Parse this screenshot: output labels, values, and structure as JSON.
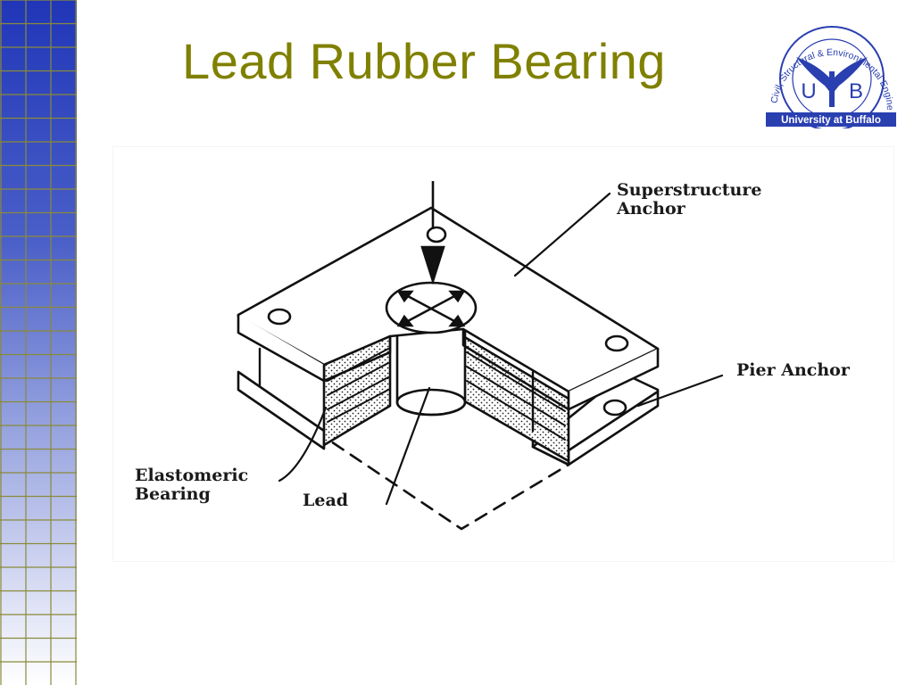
{
  "slide": {
    "title": "Lead Rubber Bearing",
    "accent_color": "#808000",
    "grid_fill_top": "#2036b8",
    "grid_fill_bottom": "#ffffff",
    "grid_line_color": "#8a8a3a"
  },
  "logo": {
    "arc_text": "Civil, Structural & Environmental Engineering",
    "letters_left": "U",
    "letters_right": "B",
    "banner_text": "University at Buffalo",
    "primary_color": "#2a3fb0",
    "icon": "ub-bull-horns-icon"
  },
  "diagram": {
    "labels": {
      "superstructure_anchor_line1": "Superstructure",
      "superstructure_anchor_line2": "Anchor",
      "pier_anchor": "Pier Anchor",
      "elastomeric_bearing_line1": "Elastomeric",
      "elastomeric_bearing_line2": "Bearing",
      "lead": "Lead"
    },
    "icons": [
      "downward-load-arrow-icon",
      "lateral-displacement-arrows-icon"
    ]
  }
}
